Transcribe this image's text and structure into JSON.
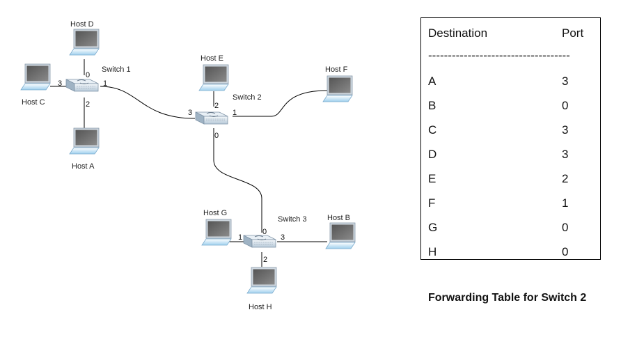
{
  "hosts": {
    "a": "Host A",
    "b": "Host B",
    "c": "Host C",
    "d": "Host D",
    "e": "Host E",
    "f": "Host F",
    "g": "Host G",
    "h": "Host H"
  },
  "switches": {
    "s1": {
      "label": "Switch 1",
      "ports": [
        "0",
        "1",
        "2",
        "3"
      ]
    },
    "s2": {
      "label": "Switch 2",
      "ports": [
        "0",
        "1",
        "2",
        "3"
      ]
    },
    "s3": {
      "label": "Switch 3",
      "ports": [
        "0",
        "1",
        "2",
        "3"
      ]
    }
  },
  "table": {
    "header_destination": "Destination",
    "header_port": "Port",
    "separator": "------------------------------------",
    "rows": [
      {
        "dest": "A",
        "port": "3"
      },
      {
        "dest": "B",
        "port": "0"
      },
      {
        "dest": "C",
        "port": "3"
      },
      {
        "dest": "D",
        "port": "3"
      },
      {
        "dest": "E",
        "port": "2"
      },
      {
        "dest": "F",
        "port": "1"
      },
      {
        "dest": "G",
        "port": "0"
      },
      {
        "dest": "H",
        "port": "0"
      }
    ]
  },
  "caption": "Forwarding Table for Switch 2"
}
